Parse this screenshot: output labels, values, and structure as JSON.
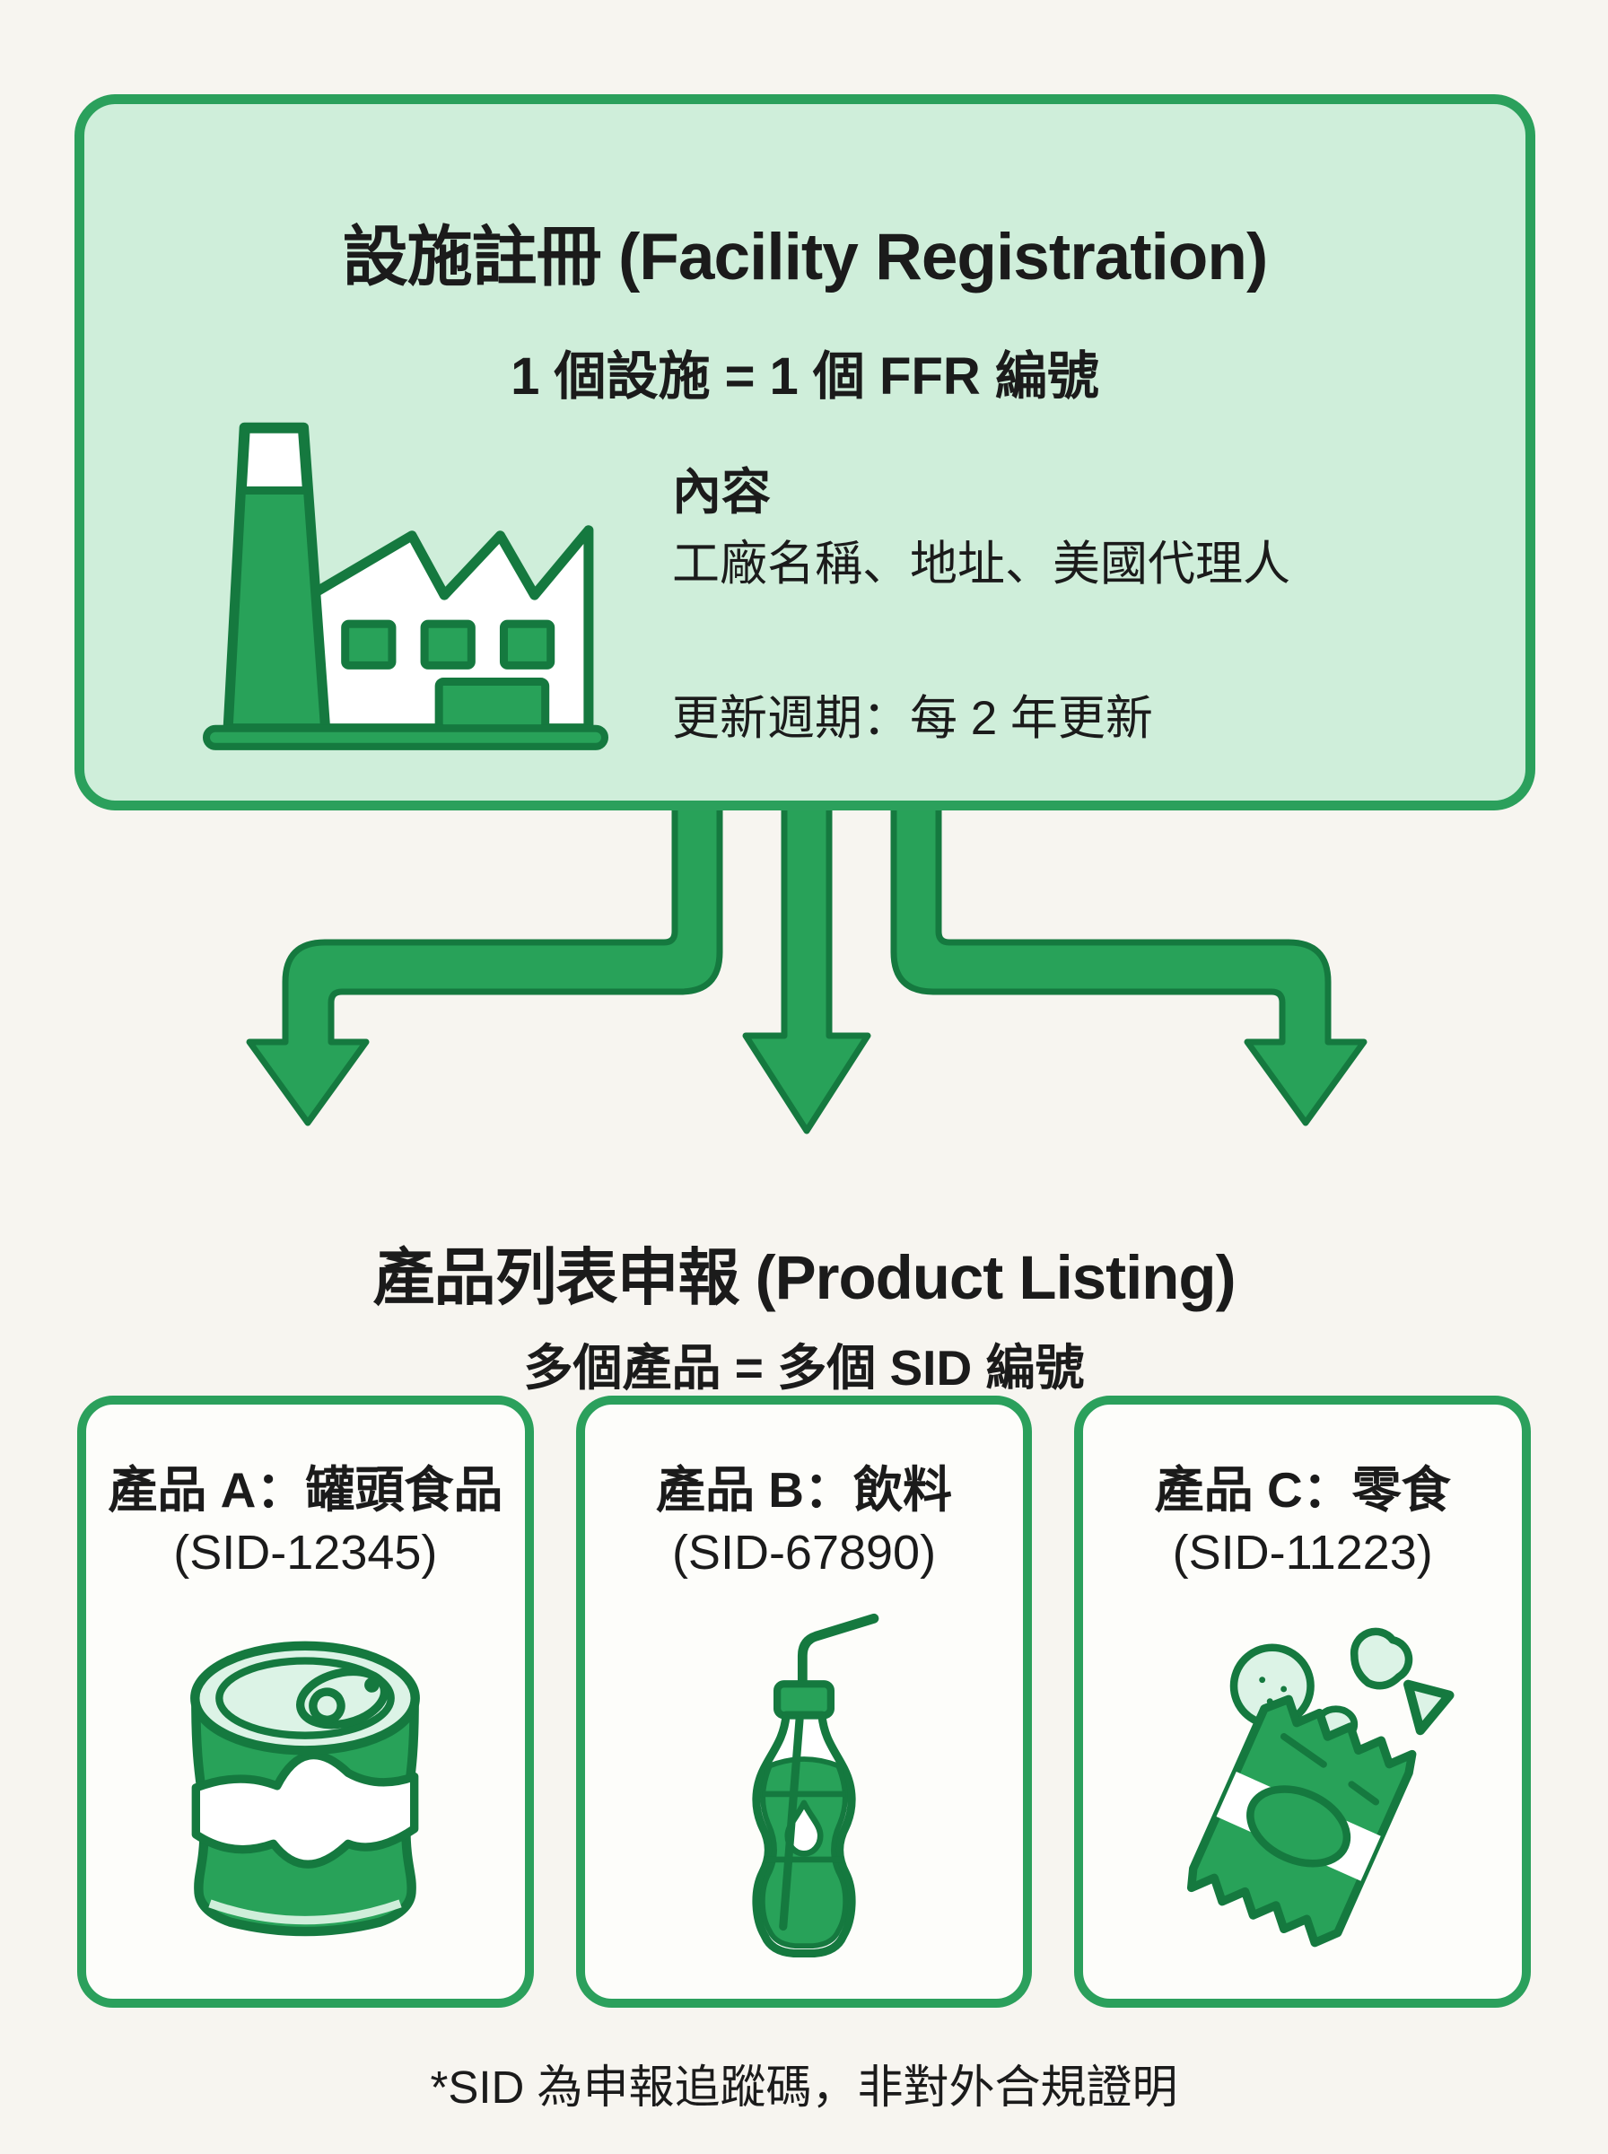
{
  "colors": {
    "green": "#28a259",
    "green_dark": "#15793f",
    "green_pale": "#cfeeda",
    "green_accent": "#dcf3e6",
    "background": "#f7f5f0",
    "card_bg": "#fdfdfa",
    "text": "#1b1b1b"
  },
  "facility": {
    "title": "設施註冊 (Facility Registration)",
    "subtitle": "1 個設施 = 1 個 FFR 編號",
    "icon": "factory-icon",
    "content_heading": "內容",
    "content_body": "工廠名稱、地址、美國代理人",
    "update_line": "更新週期：每 2 年更新"
  },
  "flow": {
    "icon": "three-branch-down-arrows"
  },
  "listing": {
    "title": "產品列表申報 (Product Listing)",
    "subtitle": "多個產品 = 多個 SID 編號",
    "products": [
      {
        "name": "產品 A：罐頭食品",
        "sid": "(SID-12345)",
        "icon": "canned-food-icon"
      },
      {
        "name": "產品 B：飲料",
        "sid": "(SID-67890)",
        "icon": "beverage-bottle-icon"
      },
      {
        "name": "產品 C：零食",
        "sid": "(SID-11223)",
        "icon": "snack-bag-icon"
      }
    ]
  },
  "footnote": "*SID 為申報追蹤碼，非對外合規證明"
}
